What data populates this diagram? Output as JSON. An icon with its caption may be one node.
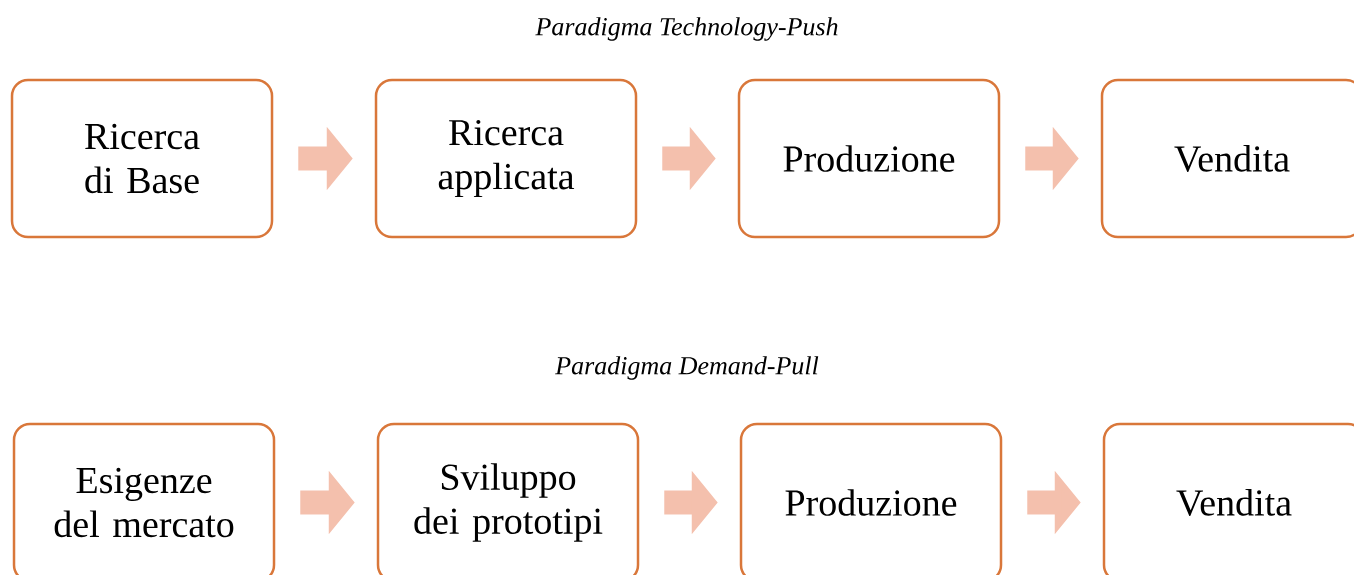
{
  "diagram": {
    "nodes": [
      {
        "text": [
          "Ricerca di Base"
        ]
      },
      {
        "text": [
          "Ricerca applicata"
        ]
      },
      {
        "text": [
          "Produzione"
        ]
      },
      {
        "text": [
          "Vendita"
        ]
      },
      {
        "text": [
          "Esigenze del mercato"
        ]
      },
      {
        "text": [
          "Sviluppo dei prototipi"
        ]
      },
      {
        "text": [
          "Produzione"
        ]
      },
      {
        "text": [
          "Vendita"
        ]
      }
    ],
    "edges": [
      {
        "from": 0,
        "to": 1,
        "arrow": "to"
      },
      {
        "from": 1,
        "to": 2,
        "arrow": "to"
      },
      {
        "from": 2,
        "to": 3,
        "arrow": "to"
      },
      {
        "from": 4,
        "to": 5,
        "arrow": "to"
      },
      {
        "from": 5,
        "to": 6,
        "arrow": "to"
      },
      {
        "from": 6,
        "to": 7,
        "arrow": "to"
      }
    ],
    "labels": [
      "Paradigma Technology-Push",
      "Paradigma Demand-Pull"
    ]
  }
}
